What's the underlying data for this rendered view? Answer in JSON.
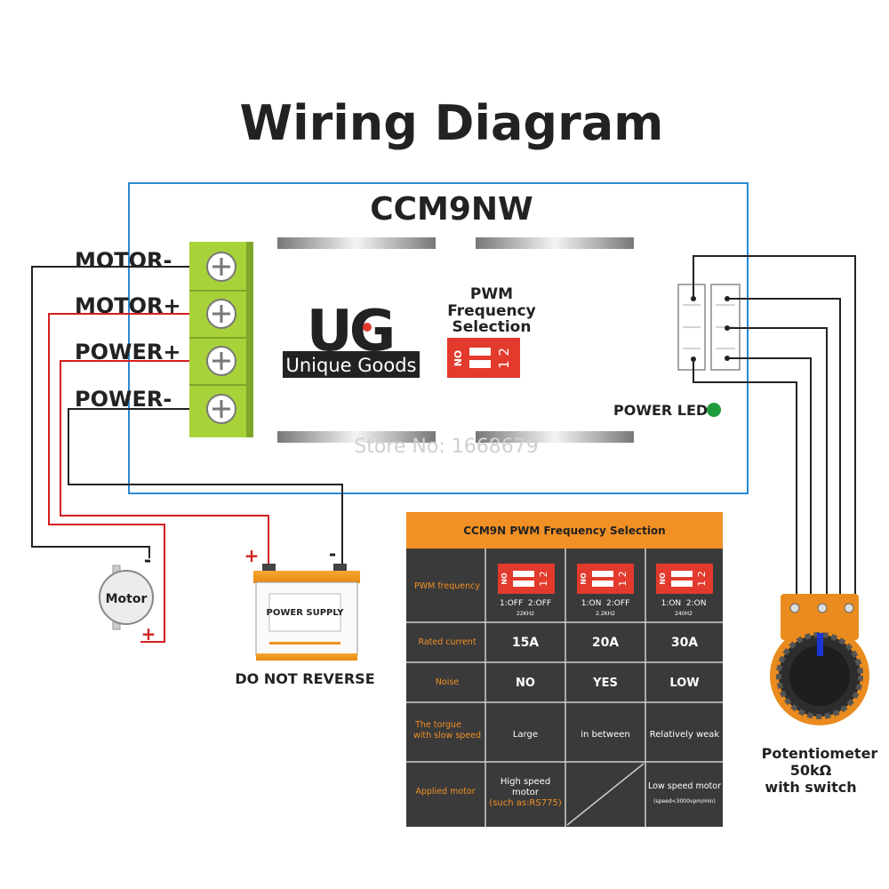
{
  "title": "Wiring Diagram",
  "board": {
    "model": "CCM9NW",
    "pwm_label_line1": "PWM",
    "pwm_label_line2": "Frequency",
    "pwm_label_line3": "Selection",
    "dip_no": "NO",
    "dip_numbers": "1 2",
    "power_led_label": "POWER LED",
    "watermark": "Store No: 1668679"
  },
  "logo": {
    "letters": "UG",
    "brand_name": "Unique Goods"
  },
  "terminals": [
    "MOTOR-",
    "MOTOR+",
    "POWER+",
    "POWER-"
  ],
  "motor": {
    "label": "Motor",
    "minus": "-",
    "plus": "+"
  },
  "power_supply": {
    "label": "POWER SUPPLY",
    "plus": "+",
    "minus": "-",
    "warning": "DO NOT REVERSE"
  },
  "potentiometer": {
    "line1": "Potentiometer",
    "line2": "50kΩ",
    "line3": "with switch"
  },
  "colors": {
    "frame": "#2a8ad2",
    "terminal_green": "#a8d23a",
    "table_bg": "#3a3a3a",
    "table_header": "#f19024",
    "dip_red": "#e23a2c",
    "led_green": "#1e9c3c",
    "wire_red": "#d42020"
  },
  "table": {
    "title": "CCM9N PWM Frequency Selection",
    "rows": [
      {
        "label": "PWM frequency",
        "cells": [
          {
            "state": "1:OFF  2:OFF",
            "freq": "22KH2"
          },
          {
            "state": "1:ON  2:OFF",
            "freq": "2.2KH2"
          },
          {
            "state": "1:ON  2:ON",
            "freq": "240H2"
          }
        ]
      },
      {
        "label": "Rated current",
        "cells": [
          "15A",
          "20A",
          "30A"
        ]
      },
      {
        "label": "Noise",
        "cells": [
          "NO",
          "YES",
          "LOW"
        ]
      },
      {
        "label_line1": "The torgue",
        "label_line2": "with slow speed",
        "cells": [
          "Large",
          "in between",
          "Relatively weak"
        ]
      },
      {
        "label": "Applied motor",
        "high_line1": "High speed",
        "high_line2": "motor",
        "high_line3": "(such as:RS775)",
        "low_line1": "Low speed motor",
        "low_line2": "(speed<3000vpm/min)"
      }
    ]
  }
}
